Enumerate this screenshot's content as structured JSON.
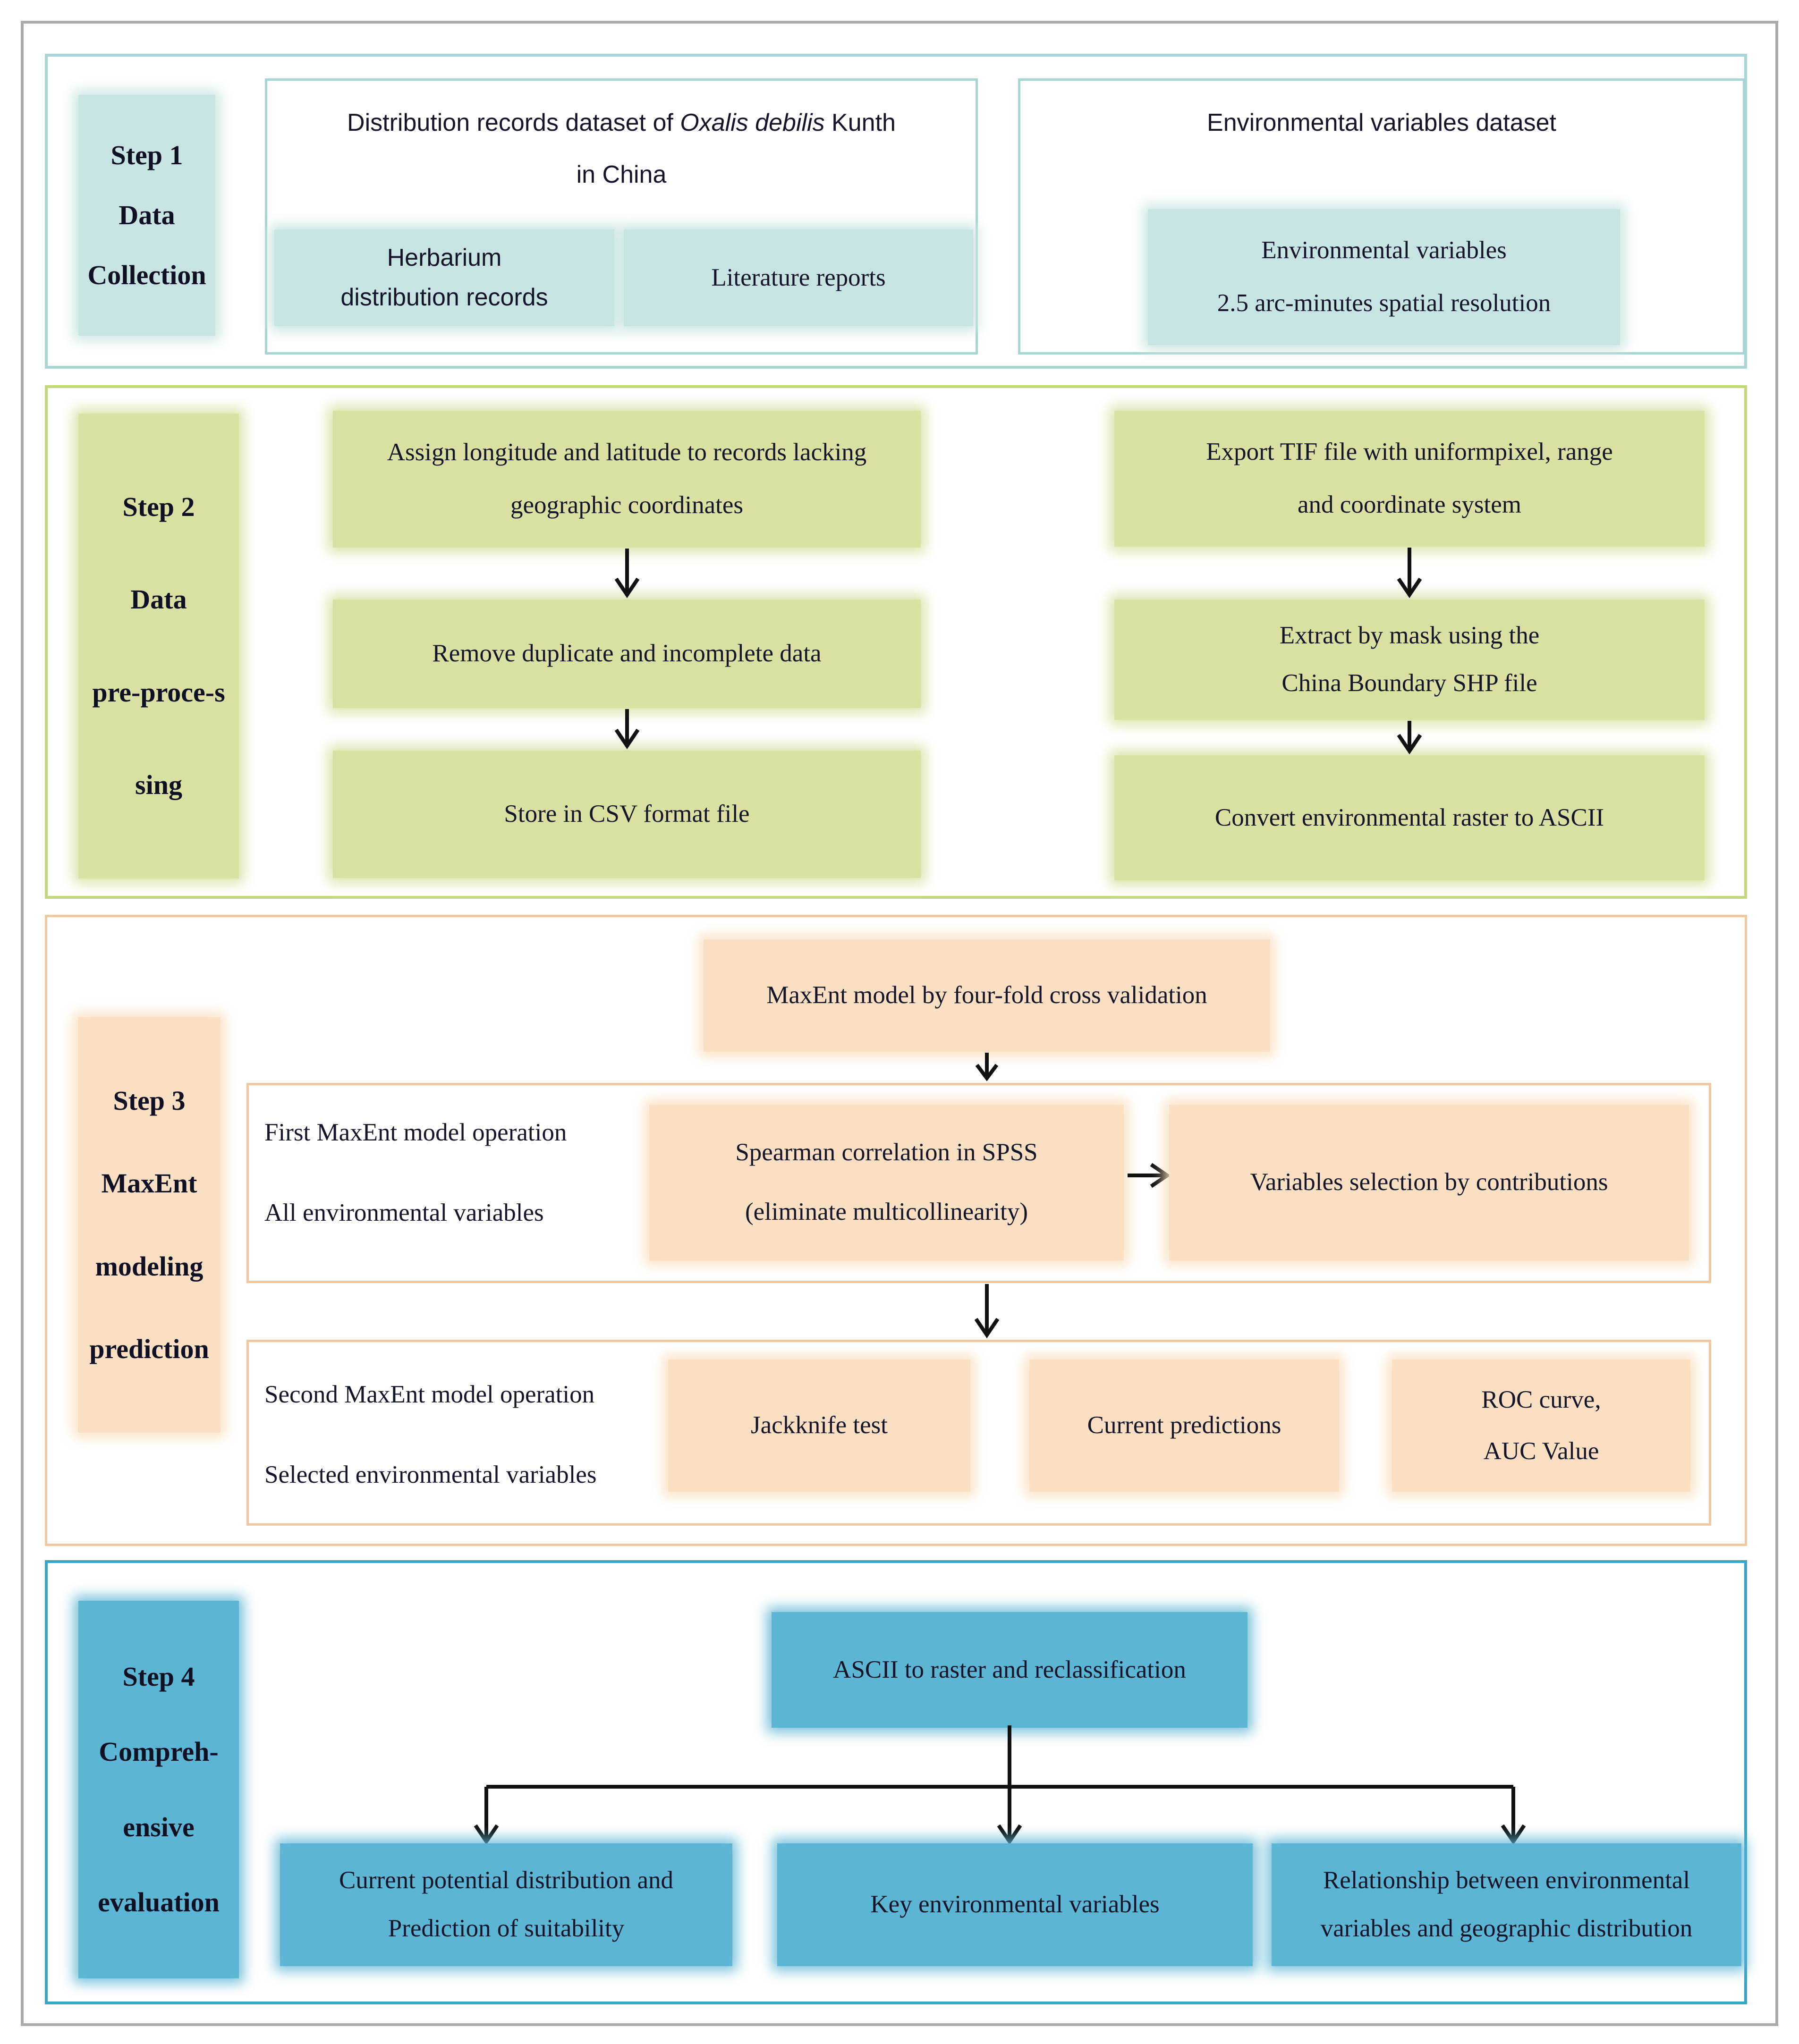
{
  "colors": {
    "teal_fill": "#c7e4e2",
    "teal_border": "#a5d6d4",
    "green_fill": "#d9e0a2",
    "green_border": "#c3d878",
    "peach_fill": "#fadfc2",
    "peach_border": "#f2c79e",
    "blue_fill": "#5cb6d3",
    "blue_border": "#3aa3c6",
    "page_border": "#ababab",
    "text": "#15152a",
    "arrow": "#111111"
  },
  "step1": {
    "label_lines": [
      "Step 1",
      "Data",
      "Collection"
    ],
    "records_panel": {
      "title_prefix": "Distribution records dataset of ",
      "title_species": "Oxalis debilis",
      "title_suffix": " Kunth",
      "title_line2": "in China",
      "herbarium_lines": [
        "Herbarium",
        "distribution records"
      ],
      "literature": "Literature reports"
    },
    "env_panel": {
      "title": "Environmental variables dataset",
      "box_lines": [
        "Environmental variables",
        "2.5 arc-minutes spatial resolution"
      ]
    }
  },
  "step2": {
    "label_lines": [
      "Step 2",
      "Data",
      "pre-proce-s",
      "sing"
    ],
    "left_flow": [
      {
        "lines": [
          "Assign longitude and latitude to records lacking",
          "geographic coordinates"
        ]
      },
      {
        "lines": [
          "Remove duplicate and incomplete data"
        ]
      },
      {
        "lines": [
          "Store in CSV format file"
        ]
      }
    ],
    "right_flow": [
      {
        "lines": [
          "Export TIF file with uniformpixel, range",
          "and coordinate system"
        ]
      },
      {
        "lines": [
          "Extract by mask using the",
          "China Boundary SHP file"
        ]
      },
      {
        "lines": [
          "Convert environmental raster to ASCII"
        ]
      }
    ]
  },
  "step3": {
    "label_lines": [
      "Step 3",
      "MaxEnt",
      "modeling",
      "prediction"
    ],
    "top_box": "MaxEnt model by four-fold cross validation",
    "row1": {
      "left_lines": [
        "First MaxEnt model operation",
        "All environmental variables"
      ],
      "spearman_lines": [
        "Spearman correlation in SPSS",
        "(eliminate multicollinearity)"
      ],
      "variables_box": "Variables selection by contributions"
    },
    "row2": {
      "left_lines": [
        "Second MaxEnt model operation",
        "Selected environmental variables"
      ],
      "jackknife": "Jackknife test",
      "current": "Current predictions",
      "roc_lines": [
        "ROC curve,",
        "AUC Value"
      ]
    }
  },
  "step4": {
    "label_lines": [
      "Step 4",
      "Compreh-",
      "ensive",
      "evaluation"
    ],
    "top_box": "ASCII to raster and reclassification",
    "outcomes": [
      {
        "lines": [
          "Current potential distribution and",
          "Prediction of suitability"
        ]
      },
      {
        "lines": [
          "Key environmental variables"
        ]
      },
      {
        "lines": [
          "Relationship between environmental",
          "variables and geographic distribution"
        ]
      }
    ]
  }
}
